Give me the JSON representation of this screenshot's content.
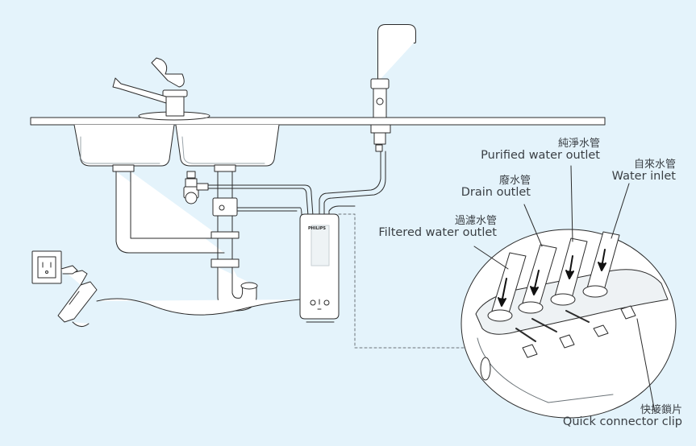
{
  "brand": "PHILIPS",
  "labels": {
    "purified": {
      "zh": "純淨水管",
      "en": "Purified water outlet"
    },
    "water_inlet": {
      "zh": "自來水管",
      "en": "Water inlet"
    },
    "drain": {
      "zh": "廢水管",
      "en": "Drain outlet"
    },
    "filtered": {
      "zh": "過濾水管",
      "en": "Filtered water outlet"
    },
    "clip": {
      "zh": "快接鎖片",
      "en": "Quick connector clip"
    }
  },
  "colors": {
    "background": "#e4f3fb",
    "line": "#2b2b2b",
    "fill": "#ffffff",
    "shade": "#cfd6da"
  }
}
